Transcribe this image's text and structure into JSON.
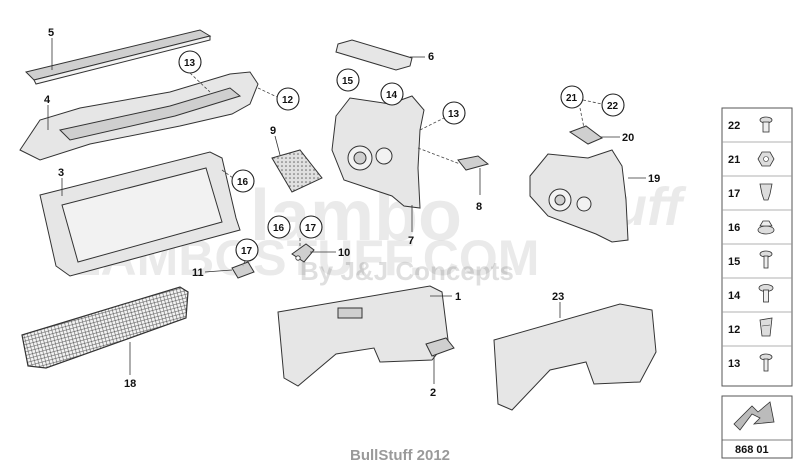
{
  "watermark": {
    "brand": "lambo",
    "brand_script": "Stuff",
    "site": "LAMBOSTUFF.COM",
    "tagline": "By J&J Concepts"
  },
  "parts": [
    {
      "number": "1"
    },
    {
      "number": "2"
    },
    {
      "number": "3"
    },
    {
      "number": "4"
    },
    {
      "number": "5"
    },
    {
      "number": "6"
    },
    {
      "number": "7"
    },
    {
      "number": "8"
    },
    {
      "number": "9"
    },
    {
      "number": "10"
    },
    {
      "number": "11"
    },
    {
      "number": "18"
    },
    {
      "number": "19"
    },
    {
      "number": "20"
    },
    {
      "number": "23"
    }
  ],
  "callouts": [
    {
      "number": "13"
    },
    {
      "number": "12"
    },
    {
      "number": "15"
    },
    {
      "number": "14"
    },
    {
      "number": "13"
    },
    {
      "number": "16"
    },
    {
      "number": "16"
    },
    {
      "number": "17"
    },
    {
      "number": "17"
    },
    {
      "number": "21"
    },
    {
      "number": "22"
    }
  ],
  "legend": {
    "items": [
      {
        "number": "22",
        "icon": "screw-icon"
      },
      {
        "number": "21",
        "icon": "nut-icon"
      },
      {
        "number": "17",
        "icon": "clip-icon"
      },
      {
        "number": "16",
        "icon": "flange-nut-icon"
      },
      {
        "number": "15",
        "icon": "screw-icon"
      },
      {
        "number": "14",
        "icon": "rivet-icon"
      },
      {
        "number": "12",
        "icon": "spring-clip-icon"
      },
      {
        "number": "13",
        "icon": "screw-icon"
      }
    ],
    "diagram_number": "868 01",
    "arrow_icon": "direction-arrow-icon"
  },
  "footer": {
    "credit": "BullStuff 2012"
  }
}
